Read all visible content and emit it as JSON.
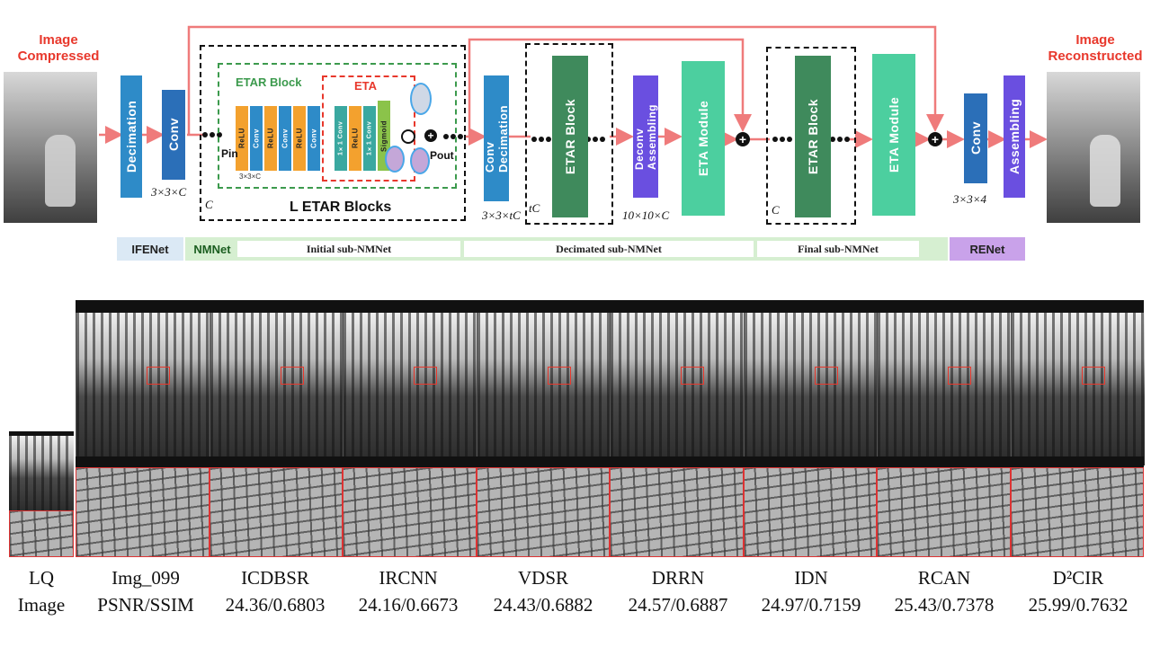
{
  "diagram": {
    "input_label": "Image\nCompressed",
    "output_label": "Image\nReconstructed",
    "blocks": {
      "decimation": "Decimation",
      "conv": "Conv",
      "conv_decimation": "Conv\nDecimation",
      "etar_block": "ETAR Block",
      "deconv_assembling": "Deconv\nAssembling",
      "eta_module": "ETA Module",
      "conv_out": "Conv",
      "assembling": "Assembling"
    },
    "inner": {
      "etar_block_title": "ETAR Block",
      "eta_title": "ETA",
      "relu": "ReLU",
      "conv": "Conv",
      "one_by_one_conv": "1×1 Conv",
      "sigmoid": "Sigmoid",
      "p_in": "Pin",
      "p_out": "Pout",
      "l_etar_blocks": "L ETAR Blocks",
      "small_dims": "3×3×C"
    },
    "dims": {
      "conv1": "3×3×C",
      "c1": "C",
      "conv_dec": "3×3×tC",
      "tc": "tC",
      "deconv": "10×10×C",
      "c2": "C",
      "conv_out": "3×3×4"
    },
    "stages": {
      "ifenet": "IFENet",
      "nmnet": "NMNet",
      "initial": "Initial sub-NMNet",
      "decimated": "Decimated sub-NMNet",
      "final": "Final sub-NMNet",
      "renet": "RENet"
    },
    "colors": {
      "arrow": "#ef7b7b",
      "blue": "#2e8bc8",
      "indigo": "#6a4fe0",
      "green_dark": "#3f8a5c",
      "teal": "#4ccf9f",
      "orange": "#f3a12e",
      "dashed_green": "#3c9a4d",
      "dashed_red": "#e8382c"
    }
  },
  "comparison": {
    "columns": [
      {
        "line1": "LQ",
        "line2": "Image"
      },
      {
        "line1": "Img_099",
        "line2": "PSNR/SSIM"
      },
      {
        "line1": "ICDBSR",
        "line2": "24.36/0.6803"
      },
      {
        "line1": "IRCNN",
        "line2": "24.16/0.6673"
      },
      {
        "line1": "VDSR",
        "line2": "24.43/0.6882"
      },
      {
        "line1": "DRRN",
        "line2": "24.57/0.6887"
      },
      {
        "line1": "IDN",
        "line2": "24.97/0.7159"
      },
      {
        "line1": "RCAN",
        "line2": "25.43/0.7378"
      },
      {
        "line1": "D²CIR",
        "line2": "25.99/0.7632"
      }
    ]
  }
}
